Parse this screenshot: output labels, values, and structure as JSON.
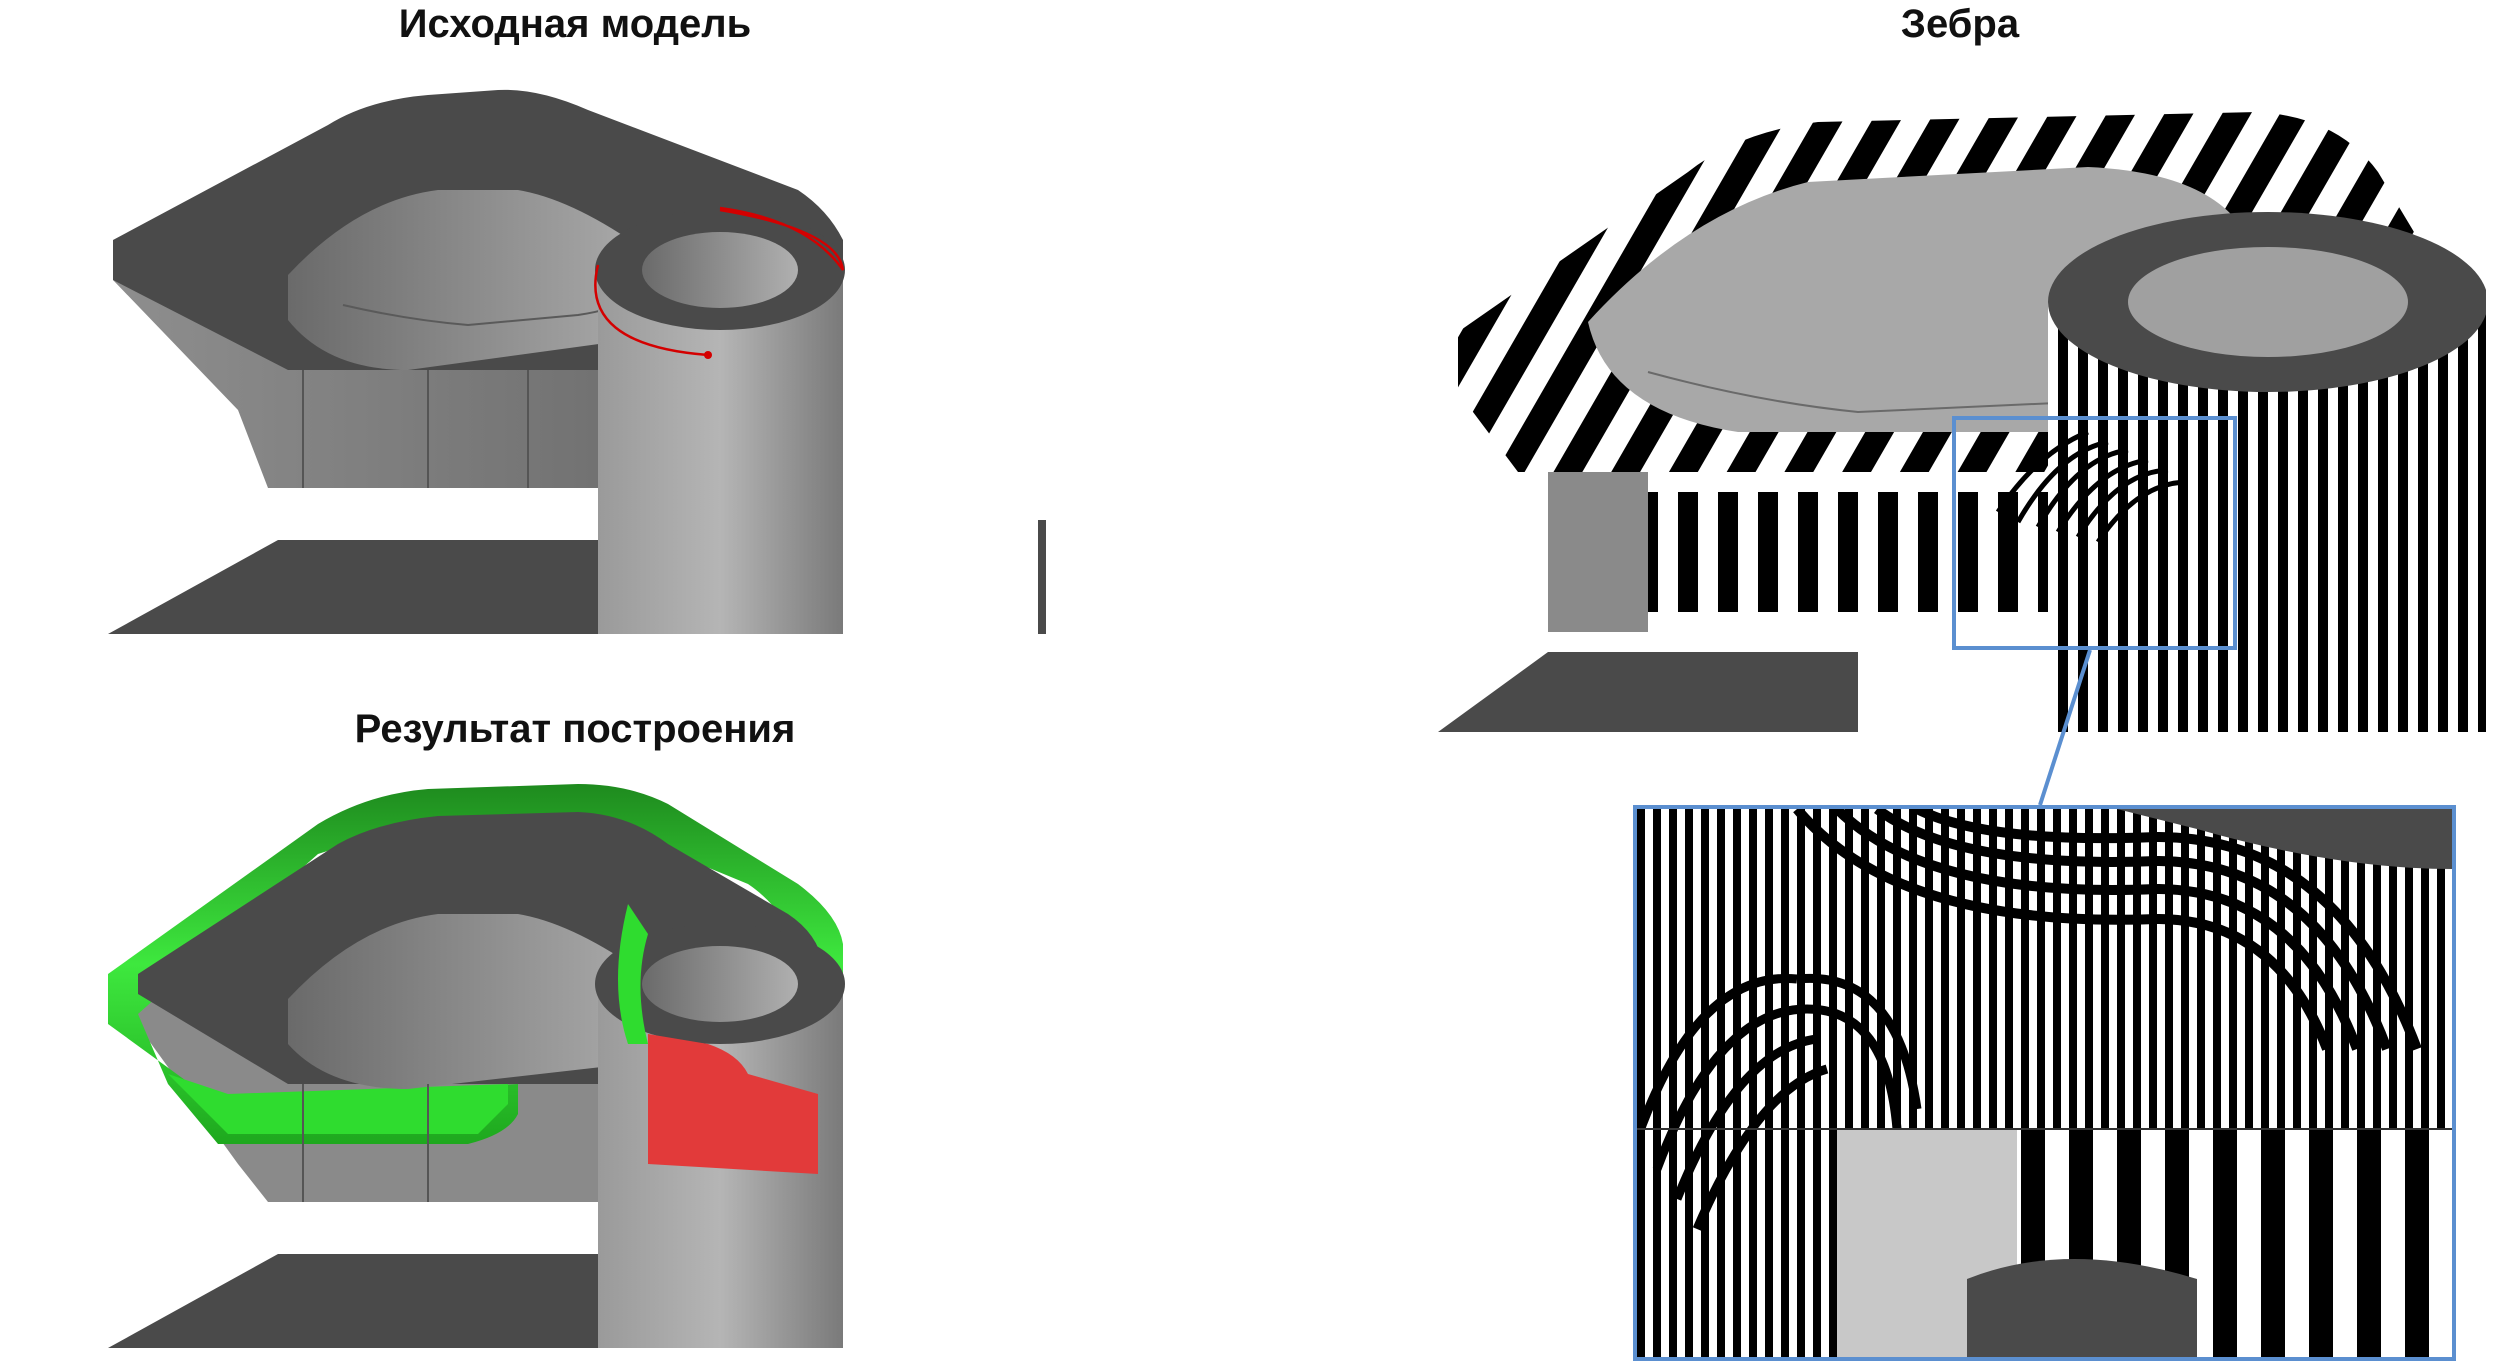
{
  "panels": {
    "original": {
      "title": "Исходная модель"
    },
    "zebra": {
      "title": "Зебра"
    },
    "result": {
      "title": "Результат построения"
    }
  },
  "colors": {
    "body_dark": "#4a4a4a",
    "body_side": "#7d7d7d",
    "inner_light": "#bdbdbd",
    "fillet_green": "#2fdc2f",
    "patch_red": "#e23a3a",
    "curve_red": "#d40000",
    "frame_blue": "#5b8fd0",
    "stripe_black": "#000000",
    "stripe_white": "#ffffff"
  },
  "icons": {
    "curve": "red-guide-curve",
    "zoom_connector": "callout-line"
  }
}
